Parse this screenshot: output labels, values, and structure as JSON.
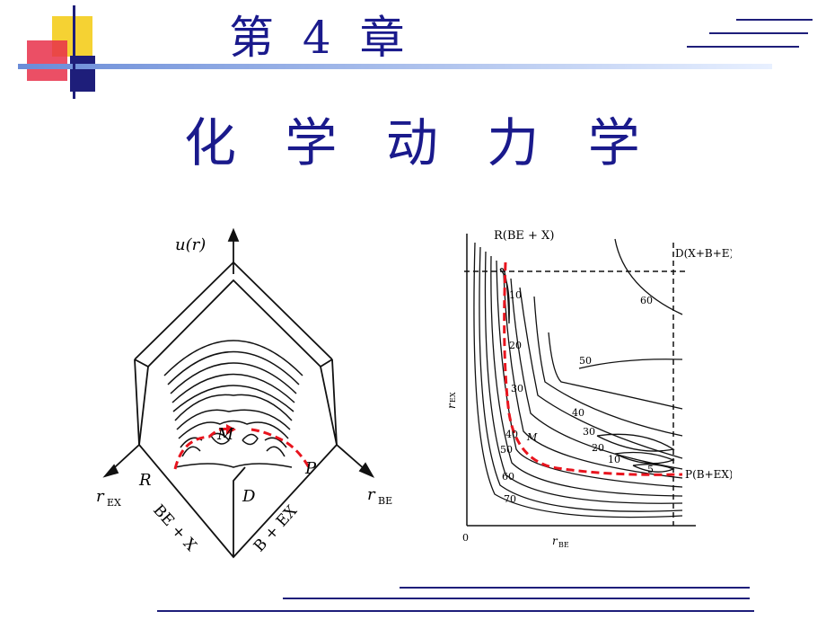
{
  "slide": {
    "chapter": "第 4 章",
    "title": "化 学 动 力 学"
  },
  "left_figure": {
    "axis_u": "u(r)",
    "label_M": "M",
    "label_R": "R",
    "label_P": "P",
    "label_D": "D",
    "label_rEX": "r",
    "label_rEX_sub": "EX",
    "label_rBE": "r",
    "label_rBE_sub": "BE",
    "label_BEX": "BE + X",
    "label_BpEX": "B + EX"
  },
  "right_figure": {
    "label_R": "R(BE + X)",
    "label_D": "D(X+B+E)",
    "label_P": "P(B+EX)",
    "label_M": "M",
    "axis_y": "r",
    "axis_y_sub": "EX",
    "axis_x": "r",
    "axis_x_sub": "BE",
    "origin": "0",
    "contours": [
      "10",
      "20",
      "30",
      "40",
      "50",
      "60",
      "70",
      "60",
      "50",
      "40",
      "30",
      "20",
      "10",
      "5"
    ]
  },
  "colors": {
    "title": "#1a1a8c",
    "path": "#e8141e",
    "deco_yellow": "#f5d233",
    "deco_red": "#e8304a",
    "deco_navy": "#1e1e7a"
  }
}
